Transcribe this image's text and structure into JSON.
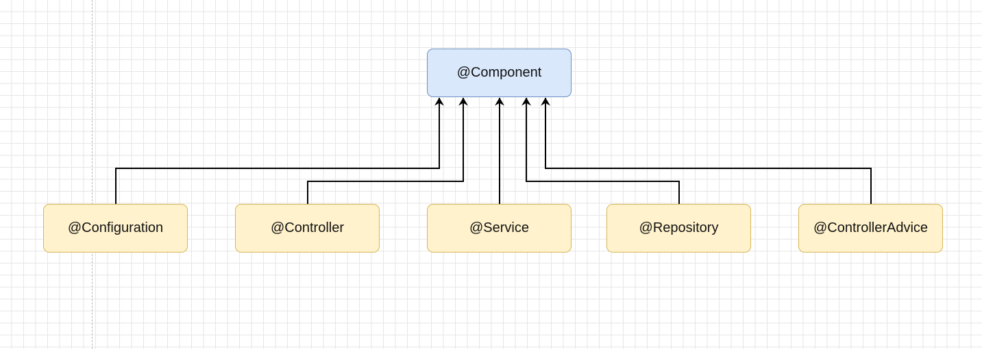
{
  "diagram": {
    "parent": {
      "label": "@Component",
      "fill": "#dae8fc",
      "stroke": "#6c8ebf"
    },
    "children": [
      {
        "label": "@Configuration"
      },
      {
        "label": "@Controller"
      },
      {
        "label": "@Service"
      },
      {
        "label": "@Repository"
      },
      {
        "label": "@ControllerAdvice"
      }
    ],
    "child_style": {
      "fill": "#fff2cc",
      "stroke": "#d6b656"
    },
    "edge_color": "#000000",
    "edges": [
      {
        "from": "@Configuration",
        "to": "@Component"
      },
      {
        "from": "@Controller",
        "to": "@Component"
      },
      {
        "from": "@Service",
        "to": "@Component"
      },
      {
        "from": "@Repository",
        "to": "@Component"
      },
      {
        "from": "@ControllerAdvice",
        "to": "@Component"
      }
    ]
  }
}
